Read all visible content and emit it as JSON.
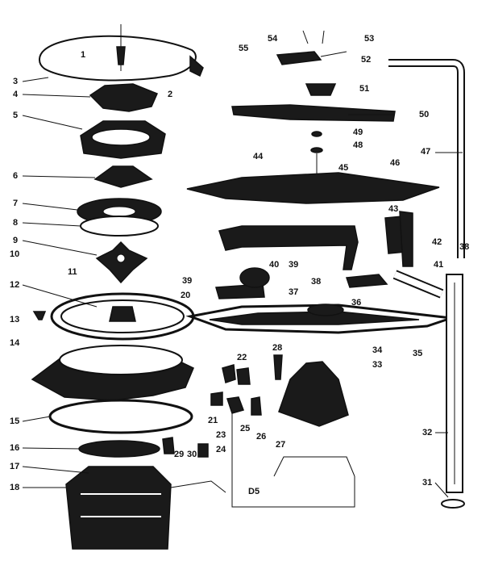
{
  "diagram": {
    "part_numbers": [
      "1",
      "2",
      "3",
      "4",
      "5",
      "6",
      "7",
      "8",
      "9",
      "10",
      "11",
      "12",
      "13",
      "14",
      "15",
      "16",
      "17",
      "18",
      "20",
      "21",
      "22",
      "23",
      "24",
      "25",
      "26",
      "27",
      "28",
      "29",
      "30",
      "31",
      "32",
      "33",
      "34",
      "35",
      "36",
      "37",
      "38",
      "38",
      "39",
      "39",
      "40",
      "41",
      "42",
      "43",
      "44",
      "45",
      "46",
      "47",
      "48",
      "49",
      "50",
      "51",
      "52",
      "53",
      "54",
      "55"
    ],
    "callout_text": "D5",
    "colors": {
      "ink": "#111111",
      "paper": "#ffffff"
    }
  }
}
